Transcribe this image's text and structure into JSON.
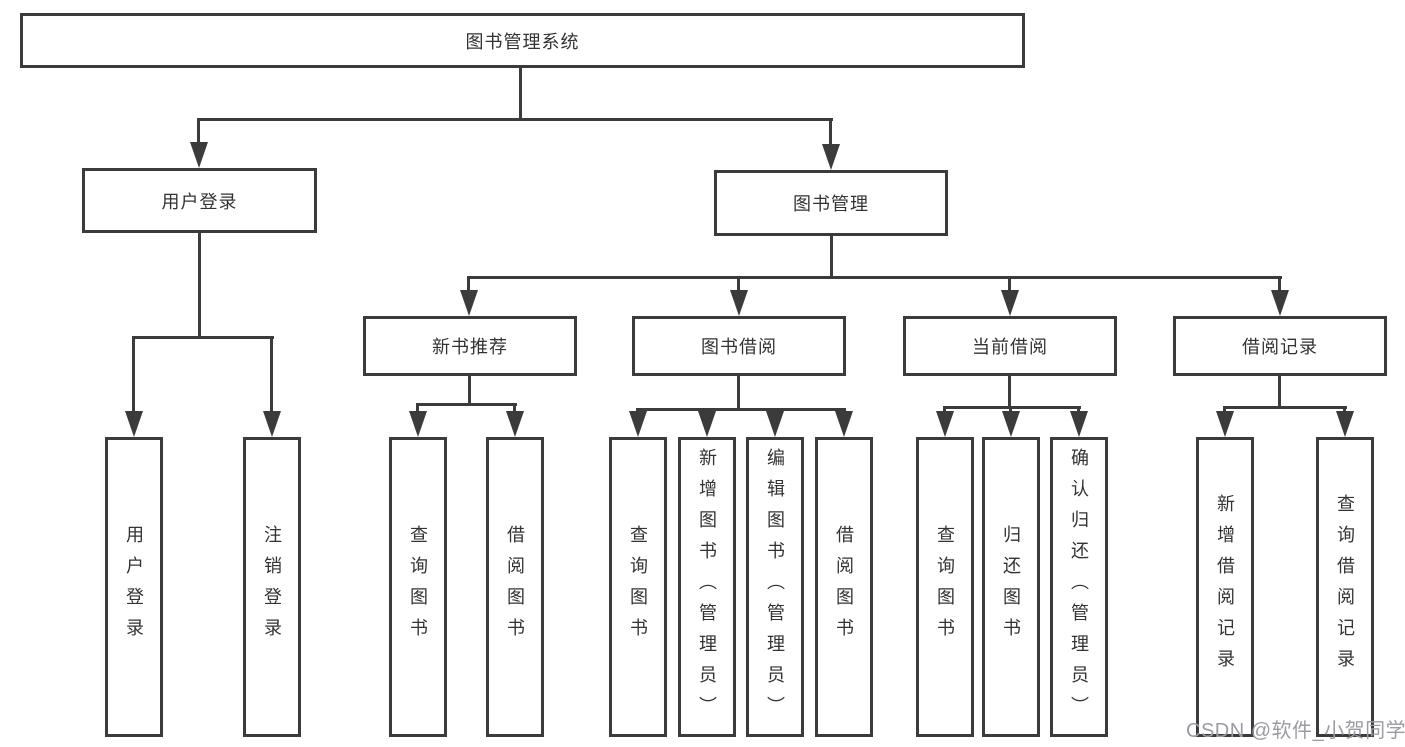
{
  "diagram_type": "hierarchy",
  "watermark": "CSDN @软件_小贺同学",
  "colors": {
    "line": "#3b3b3b",
    "text": "#333333",
    "watermark": "#9b9ba4",
    "background": "#ffffff"
  },
  "tree": {
    "label": "图书管理系统",
    "children": [
      {
        "label": "用户登录",
        "children": [
          {
            "label": "用户登录"
          },
          {
            "label": "注销登录"
          }
        ]
      },
      {
        "label": "图书管理",
        "children": [
          {
            "label": "新书推荐",
            "children": [
              {
                "label": "查询图书"
              },
              {
                "label": "借阅图书"
              }
            ]
          },
          {
            "label": "图书借阅",
            "children": [
              {
                "label": "查询图书"
              },
              {
                "label": "新增图书（管理员）"
              },
              {
                "label": "编辑图书（管理员）"
              },
              {
                "label": "借阅图书"
              }
            ]
          },
          {
            "label": "当前借阅",
            "children": [
              {
                "label": "查询图书"
              },
              {
                "label": "归还图书"
              },
              {
                "label": "确认归还（管理员）"
              }
            ]
          },
          {
            "label": "借阅记录",
            "children": [
              {
                "label": "新增借阅记录"
              },
              {
                "label": "查询借阅记录"
              }
            ]
          }
        ]
      }
    ]
  }
}
